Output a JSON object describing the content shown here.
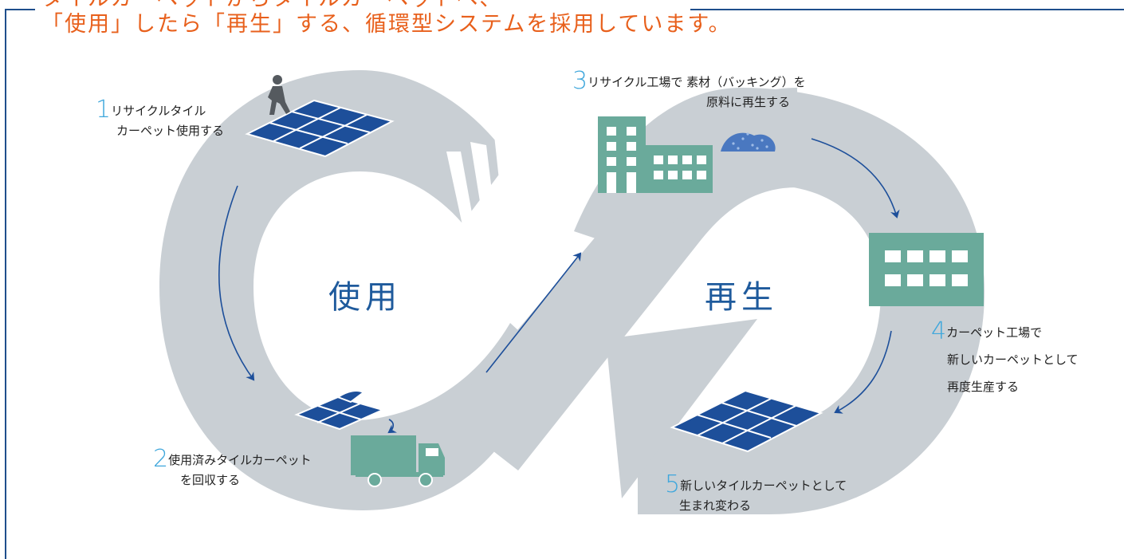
{
  "header": {
    "line1": "タイルカーペットからタイルカーペットへ、",
    "line2": "「使用」したら「再生」する、循環型システムを採用しています。"
  },
  "center": {
    "left": "使用",
    "right": "再生"
  },
  "steps": [
    {
      "num": "1",
      "text1": "リサイクルタイル",
      "text2": "カーペット使用する"
    },
    {
      "num": "2",
      "text1": "使用済みタイルカーペット",
      "text2": "を回収する"
    },
    {
      "num": "3",
      "text1": "リサイクル工場で 素材（バッキング）を",
      "text2": "原料に再生する"
    },
    {
      "num": "4",
      "text1": "カーペット工場で",
      "text2": "新しいカーペットとして",
      "text3": "再度生産する"
    },
    {
      "num": "5",
      "text1": "新しいタイルカーペットとして",
      "text2": "生まれ変わる"
    }
  ],
  "colors": {
    "accent_orange": "#e8601c",
    "frame_navy": "#1f4e8c",
    "loop_gray": "#c9cfd4",
    "building_teal": "#6aaa9b",
    "tile_blue": "#1d4f9a",
    "arrow_blue": "#1d4f9a",
    "number_cyan": "#3fa7dc",
    "center_text_blue": "#1e5a9c"
  }
}
